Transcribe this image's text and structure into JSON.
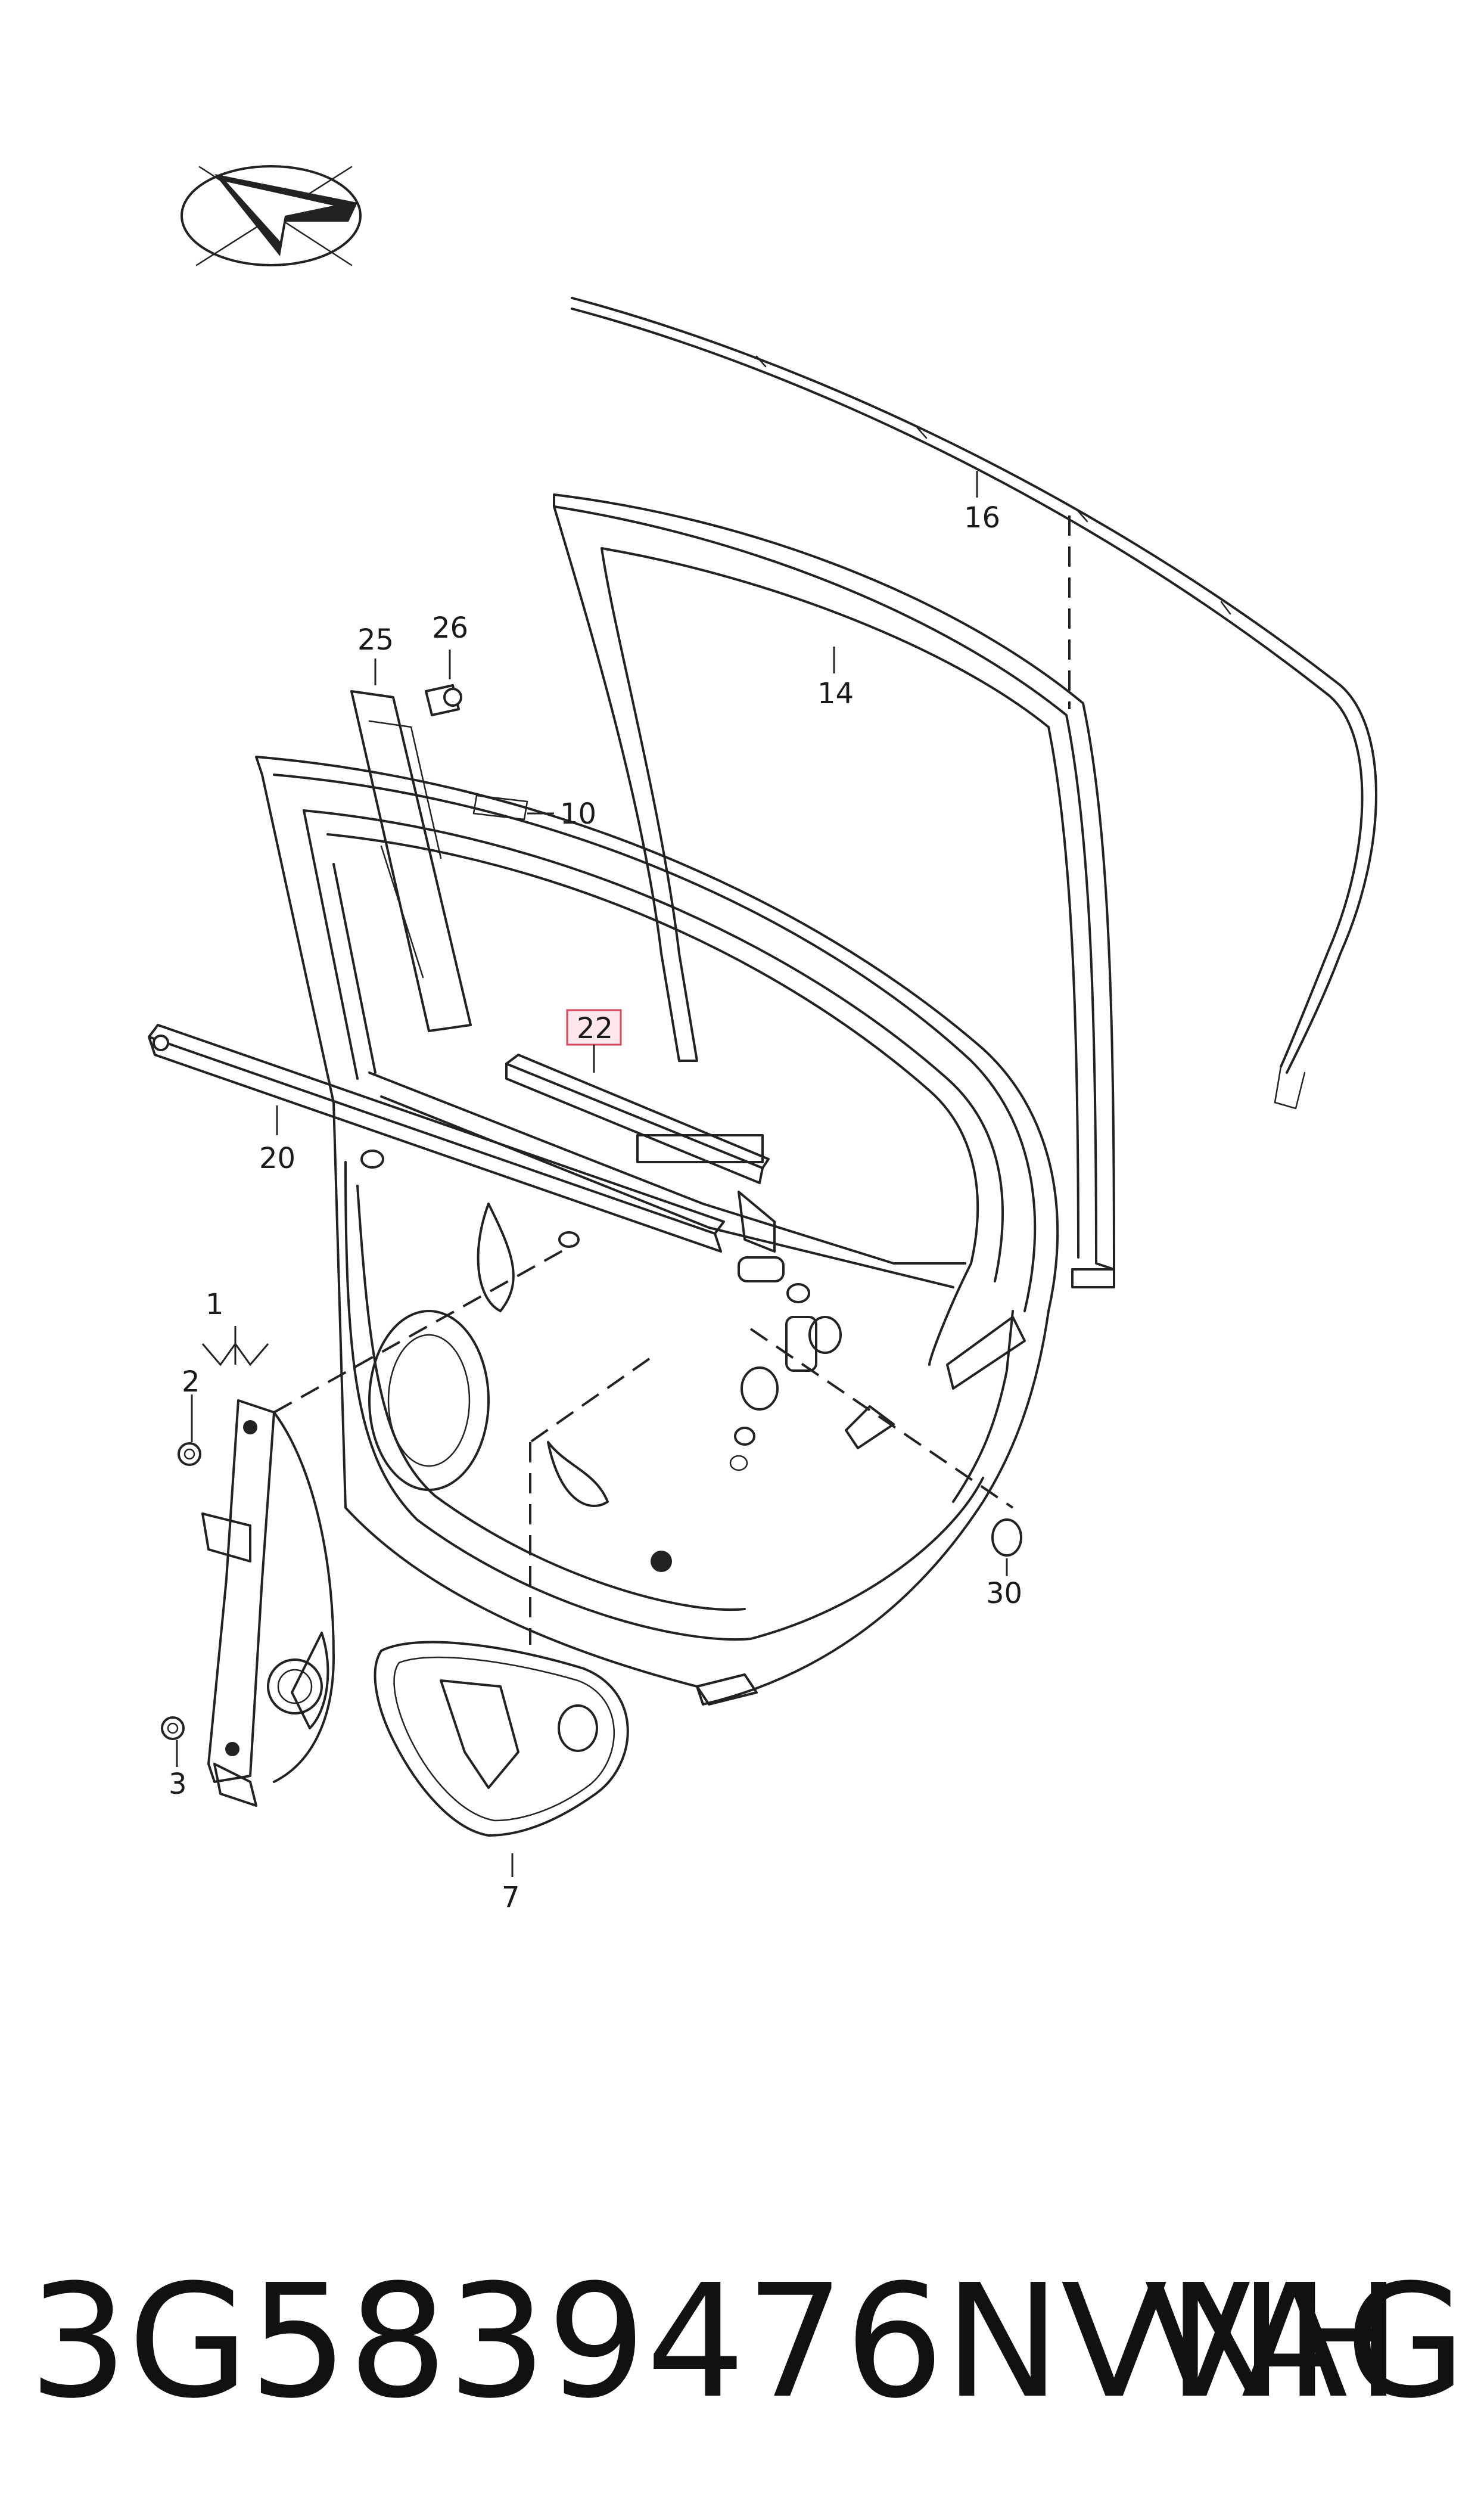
{
  "diagram": {
    "compass_icon": "orientation-compass-icon",
    "callouts": [
      {
        "id": "c1",
        "label": "1"
      },
      {
        "id": "c2",
        "label": "2"
      },
      {
        "id": "c3",
        "label": "3"
      },
      {
        "id": "c7",
        "label": "7"
      },
      {
        "id": "c10",
        "label": "10"
      },
      {
        "id": "c14",
        "label": "14"
      },
      {
        "id": "c16",
        "label": "16"
      },
      {
        "id": "c20",
        "label": "20"
      },
      {
        "id": "c22",
        "label": "22",
        "highlighted": true
      },
      {
        "id": "c25",
        "label": "25"
      },
      {
        "id": "c26",
        "label": "26"
      },
      {
        "id": "c30",
        "label": "30"
      }
    ],
    "highlight_color": "#d24a5a"
  },
  "footer": {
    "part_number": "3G5839476NVNH",
    "brand": "VAG"
  }
}
